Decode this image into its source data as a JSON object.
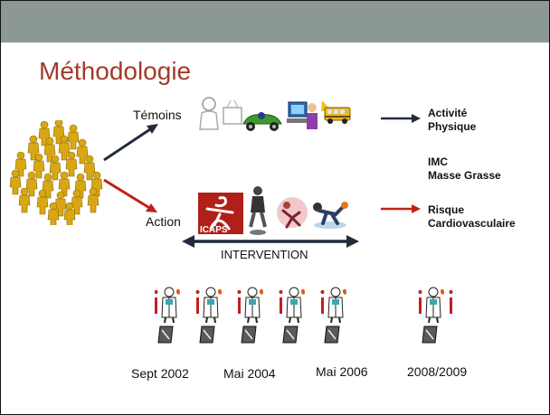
{
  "title": "Méthodologie",
  "labels": {
    "temoins": "Témoins",
    "action": "Action",
    "intervention": "INTERVENTION",
    "icaps_logo": "ICAPS"
  },
  "outcomes": [
    "Activité\nPhysique",
    "IMC\nMasse Grasse",
    "Risque\nCardiovasculaire"
  ],
  "timeline": [
    "Sept 2002",
    "Mai 2004",
    "Mai 2006",
    "2008/2009"
  ],
  "colors": {
    "title": "#a23b2a",
    "header_bar": "#8c9895",
    "arrow_dark": "#222b3c",
    "arrow_red": "#c0201a",
    "crowd": "#d9a713"
  },
  "icons": [
    "crowd-figures",
    "tv-watcher",
    "racing-car",
    "computer-user",
    "school-bus",
    "icaps-logo",
    "jumping-person",
    "dancing-figure",
    "basketball-player",
    "lab-coat-doctor",
    "blood-test-tube",
    "notebook-pencil"
  ]
}
